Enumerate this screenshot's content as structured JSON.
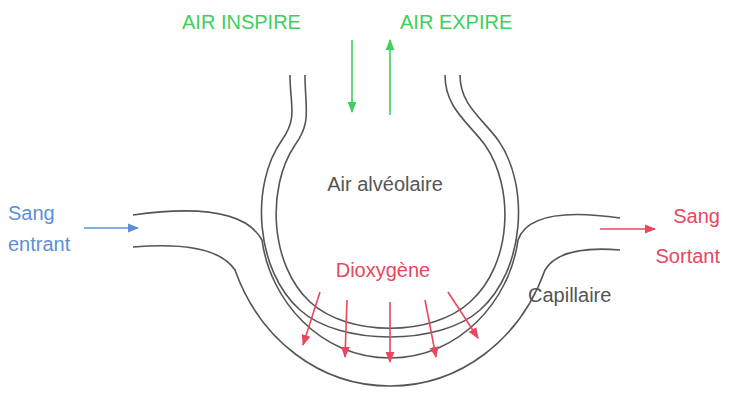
{
  "diagram": {
    "labels": [
      "AIR INSPIRE",
      "AIR EXPIRE",
      "Air alvéolaire",
      "Dioxygène",
      "Capillaire",
      "Sang entrant",
      "Sang Sortant"
    ]
  }
}
